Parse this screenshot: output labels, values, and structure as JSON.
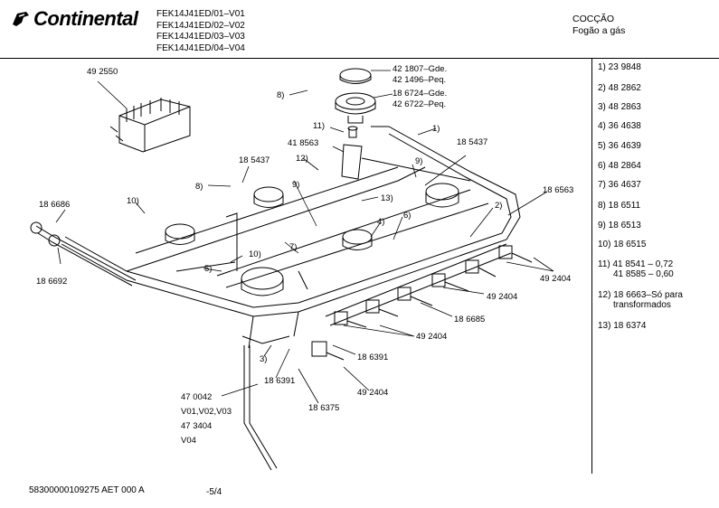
{
  "header": {
    "brand": "Continental",
    "models": [
      "FEK14J41ED/01–V01",
      "FEK14J41ED/02–V02",
      "FEK14J41ED/03–V03",
      "FEK14J41ED/04–V04"
    ],
    "section_title": "COCÇÃO",
    "section_subtitle": "Fogão a gás"
  },
  "legend": [
    "1) 23 9848",
    "2) 48 2862",
    "3) 48 2863",
    "4) 36 4638",
    "5) 36 4639",
    "6) 48 2864",
    "7) 36 4637",
    "8)  18 6511",
    "9)  18 6513",
    "10) 18 6515",
    "11) 41 8541 – 0,72",
    "41 8585 – 0,60",
    "12) 18 6663–Só para",
    "transformados",
    "13) 18 6374"
  ],
  "callouts": {
    "p492550": "49 2550",
    "p421807": "42 1807–Gde.",
    "p421496": "42 1496–Peq.",
    "p186724": "18 6724–Gde.",
    "p426722": "42 6722–Peq.",
    "c8a": "8)",
    "c11": "11)",
    "c1": "1)",
    "p418563": "41 8563",
    "p185437a": "18 5437",
    "c12": "12)",
    "p185437b": "18 5437",
    "c9a": "9)",
    "c8b": "8)",
    "c9b": "9)",
    "c13": "13)",
    "p186563": "18 6563",
    "p186686": "18 6686",
    "c10a": "10)",
    "c2": "2)",
    "c6": "6)",
    "c4": "4)",
    "c7": "7)",
    "c10b": "10)",
    "c5": "5)",
    "p186692": "18 6692",
    "p492404a": "49 2404",
    "p492404b": "49 2404",
    "p186685": "18 6685",
    "p492404c": "49 2404",
    "c3": "3)",
    "p186391a": "18 6391",
    "p186391b": "18 6391",
    "p492404d": "49 2404",
    "p186375": "18 6375",
    "p470042": "47 0042",
    "p_v01v02v03": "V01,V02,V03",
    "p473404": "47 3404",
    "p_v04": "V04"
  },
  "footer": {
    "code": "58300000109275 AET 000 A",
    "page": "-5/4"
  }
}
